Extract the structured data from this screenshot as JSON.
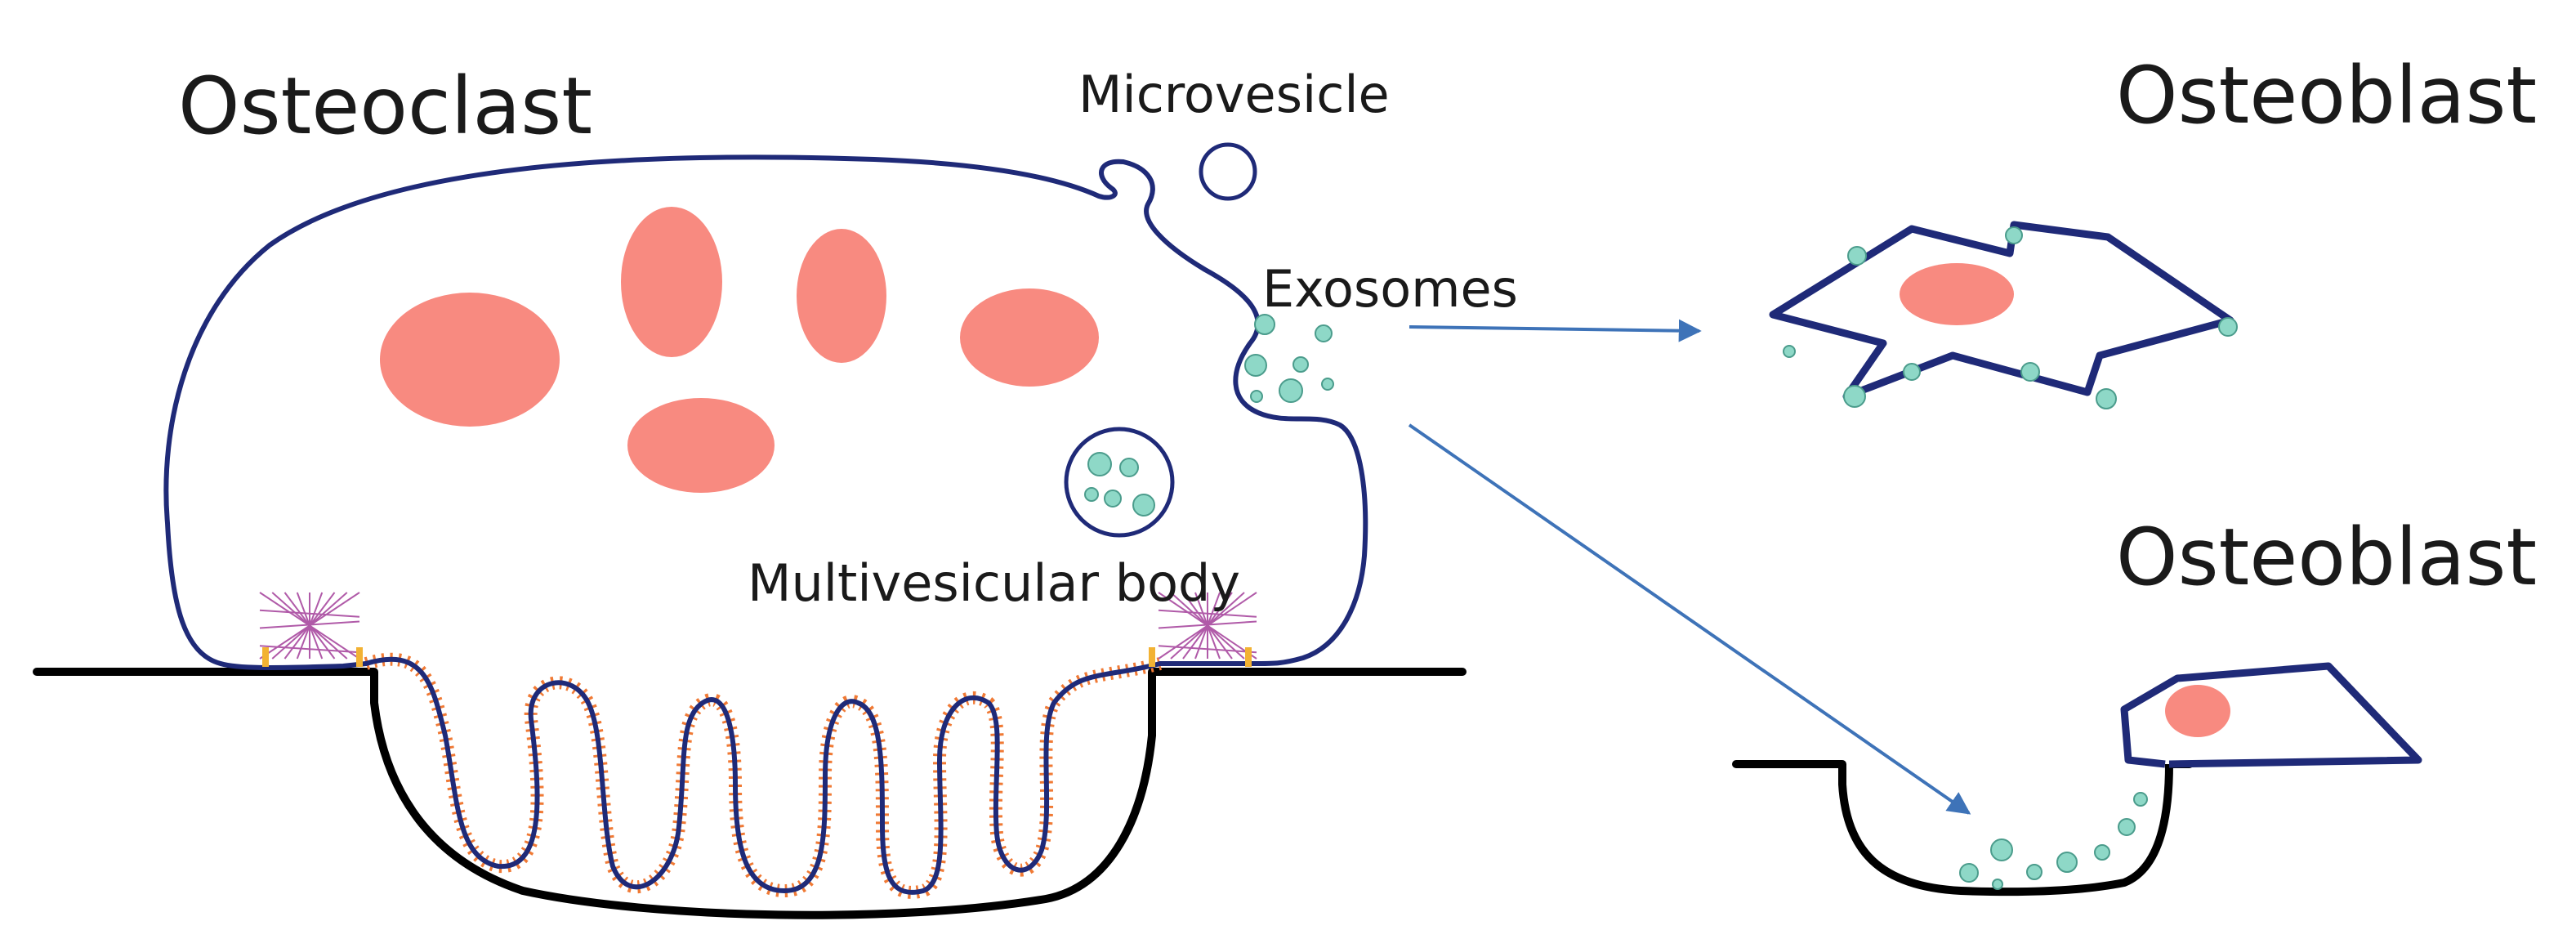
{
  "labels": {
    "osteoclast": "Osteoclast",
    "microvesicle": "Microvesicle",
    "exosomes": "Exosomes",
    "multivesicular_body": "Multivesicular body",
    "osteoblast_top": "Osteoblast",
    "osteoblast_bottom": "Osteoblast"
  },
  "colors": {
    "membrane": "#1f2a78",
    "nucleus": "#f88a80",
    "vesicle": "#8ed8c7",
    "ruffled_border": "#f07a35",
    "integrin": "#f2b233",
    "actin": "#b05aa8",
    "arrow": "#3e73b8",
    "bone": "#000000"
  }
}
